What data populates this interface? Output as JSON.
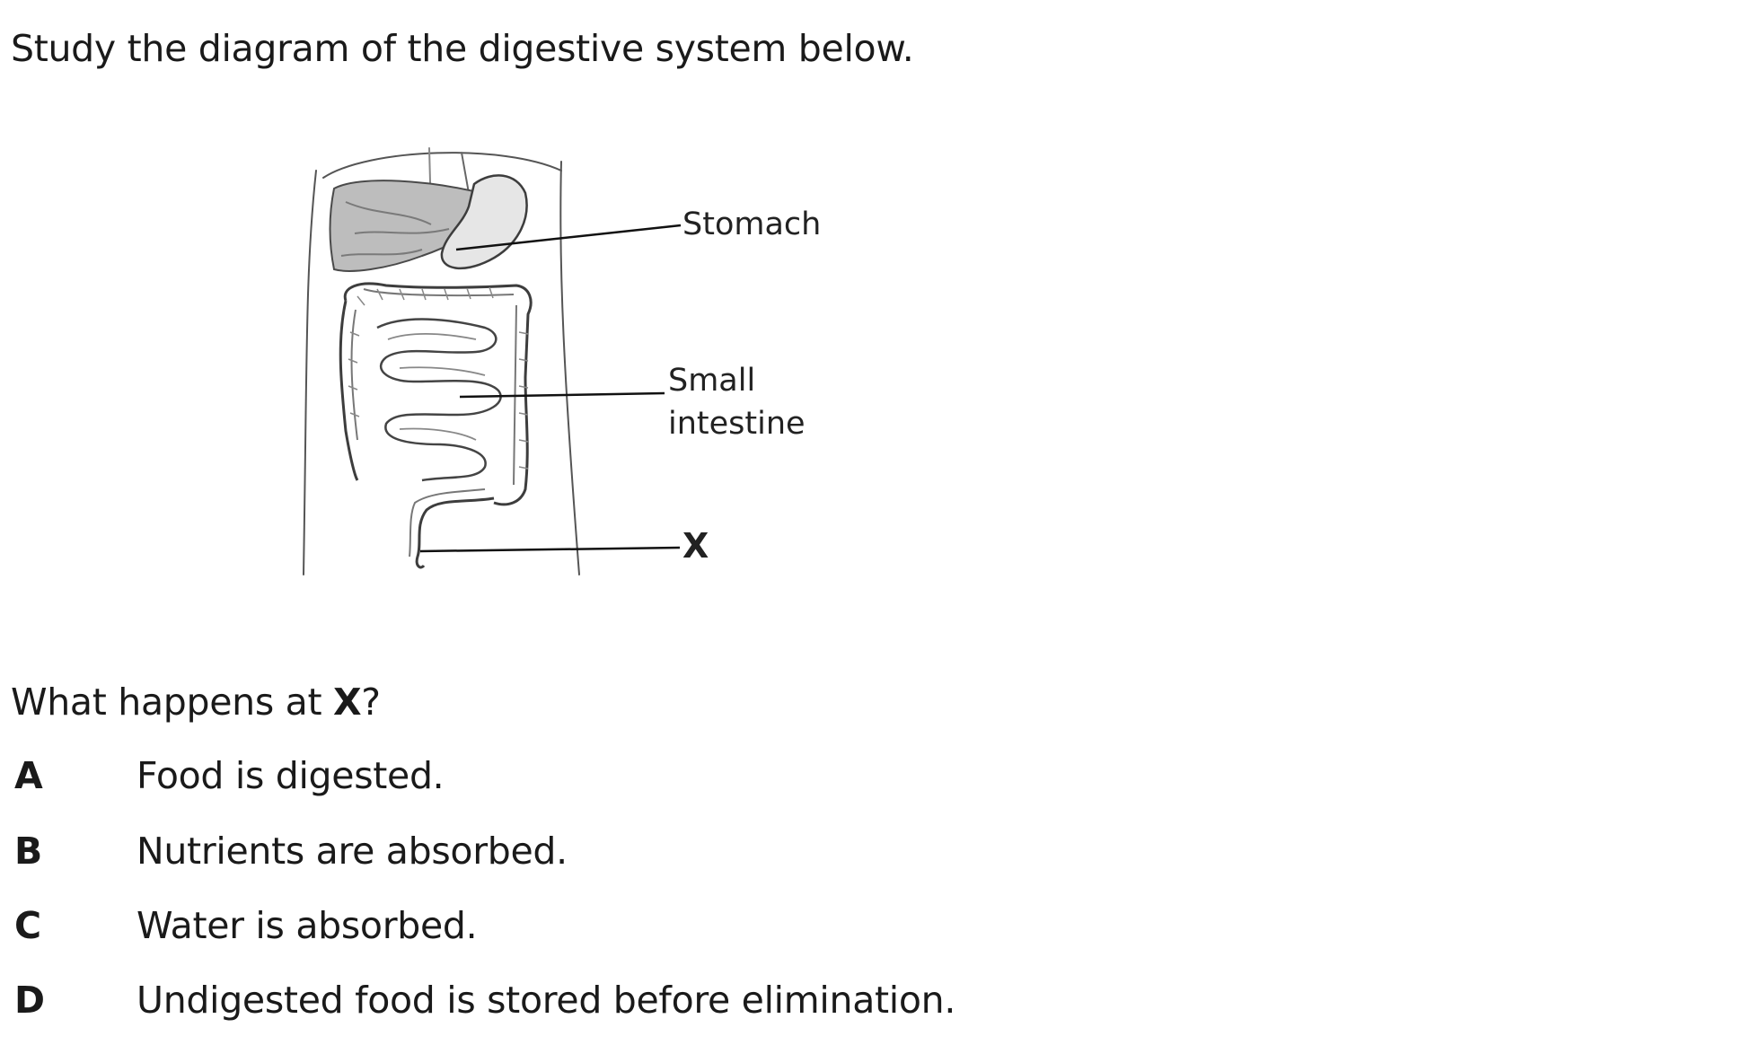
{
  "instruction": "Study the diagram of the digestive system below.",
  "diagram": {
    "labels": {
      "stomach": "Stomach",
      "small_intestine_line1": "Small",
      "small_intestine_line2": "intestine",
      "x_marker": "X"
    }
  },
  "question": {
    "prefix": "What happens at ",
    "marker": "X",
    "suffix": "?"
  },
  "options": [
    {
      "letter": "A",
      "text": "Food is digested."
    },
    {
      "letter": "B",
      "text": "Nutrients are absorbed."
    },
    {
      "letter": "C",
      "text": "Water is absorbed."
    },
    {
      "letter": "D",
      "text": "Undigested food is stored before elimination."
    }
  ]
}
